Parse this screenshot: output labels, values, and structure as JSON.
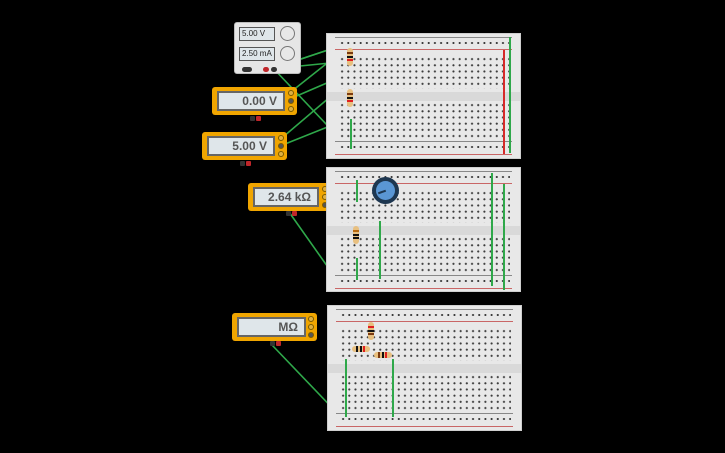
{
  "power_supply": {
    "voltage_display": "5.00 V",
    "current_display": "2.50 mA"
  },
  "multimeters": [
    {
      "id": "mm1",
      "reading": "0.00 V",
      "mode": "voltage"
    },
    {
      "id": "mm2",
      "reading": "5.00 V",
      "mode": "voltage"
    },
    {
      "id": "mm3",
      "reading": "2.64 kΩ",
      "mode": "resistance"
    },
    {
      "id": "mm4",
      "reading": "MΩ",
      "mode": "resistance"
    }
  ],
  "breadboards": [
    {
      "id": "bb1",
      "components": [
        "resistor",
        "resistor"
      ]
    },
    {
      "id": "bb2",
      "components": [
        "potentiometer",
        "resistor"
      ]
    },
    {
      "id": "bb3",
      "components": [
        "resistor",
        "resistor",
        "resistor"
      ]
    }
  ],
  "colors": {
    "background": "#000000",
    "wire": "#2fa84a",
    "power_rail": "#d62a2a",
    "multimeter": "#f0a500",
    "potentiometer": "#4a86c8"
  },
  "rail_labels": {
    "plus": "+",
    "minus": "−"
  }
}
